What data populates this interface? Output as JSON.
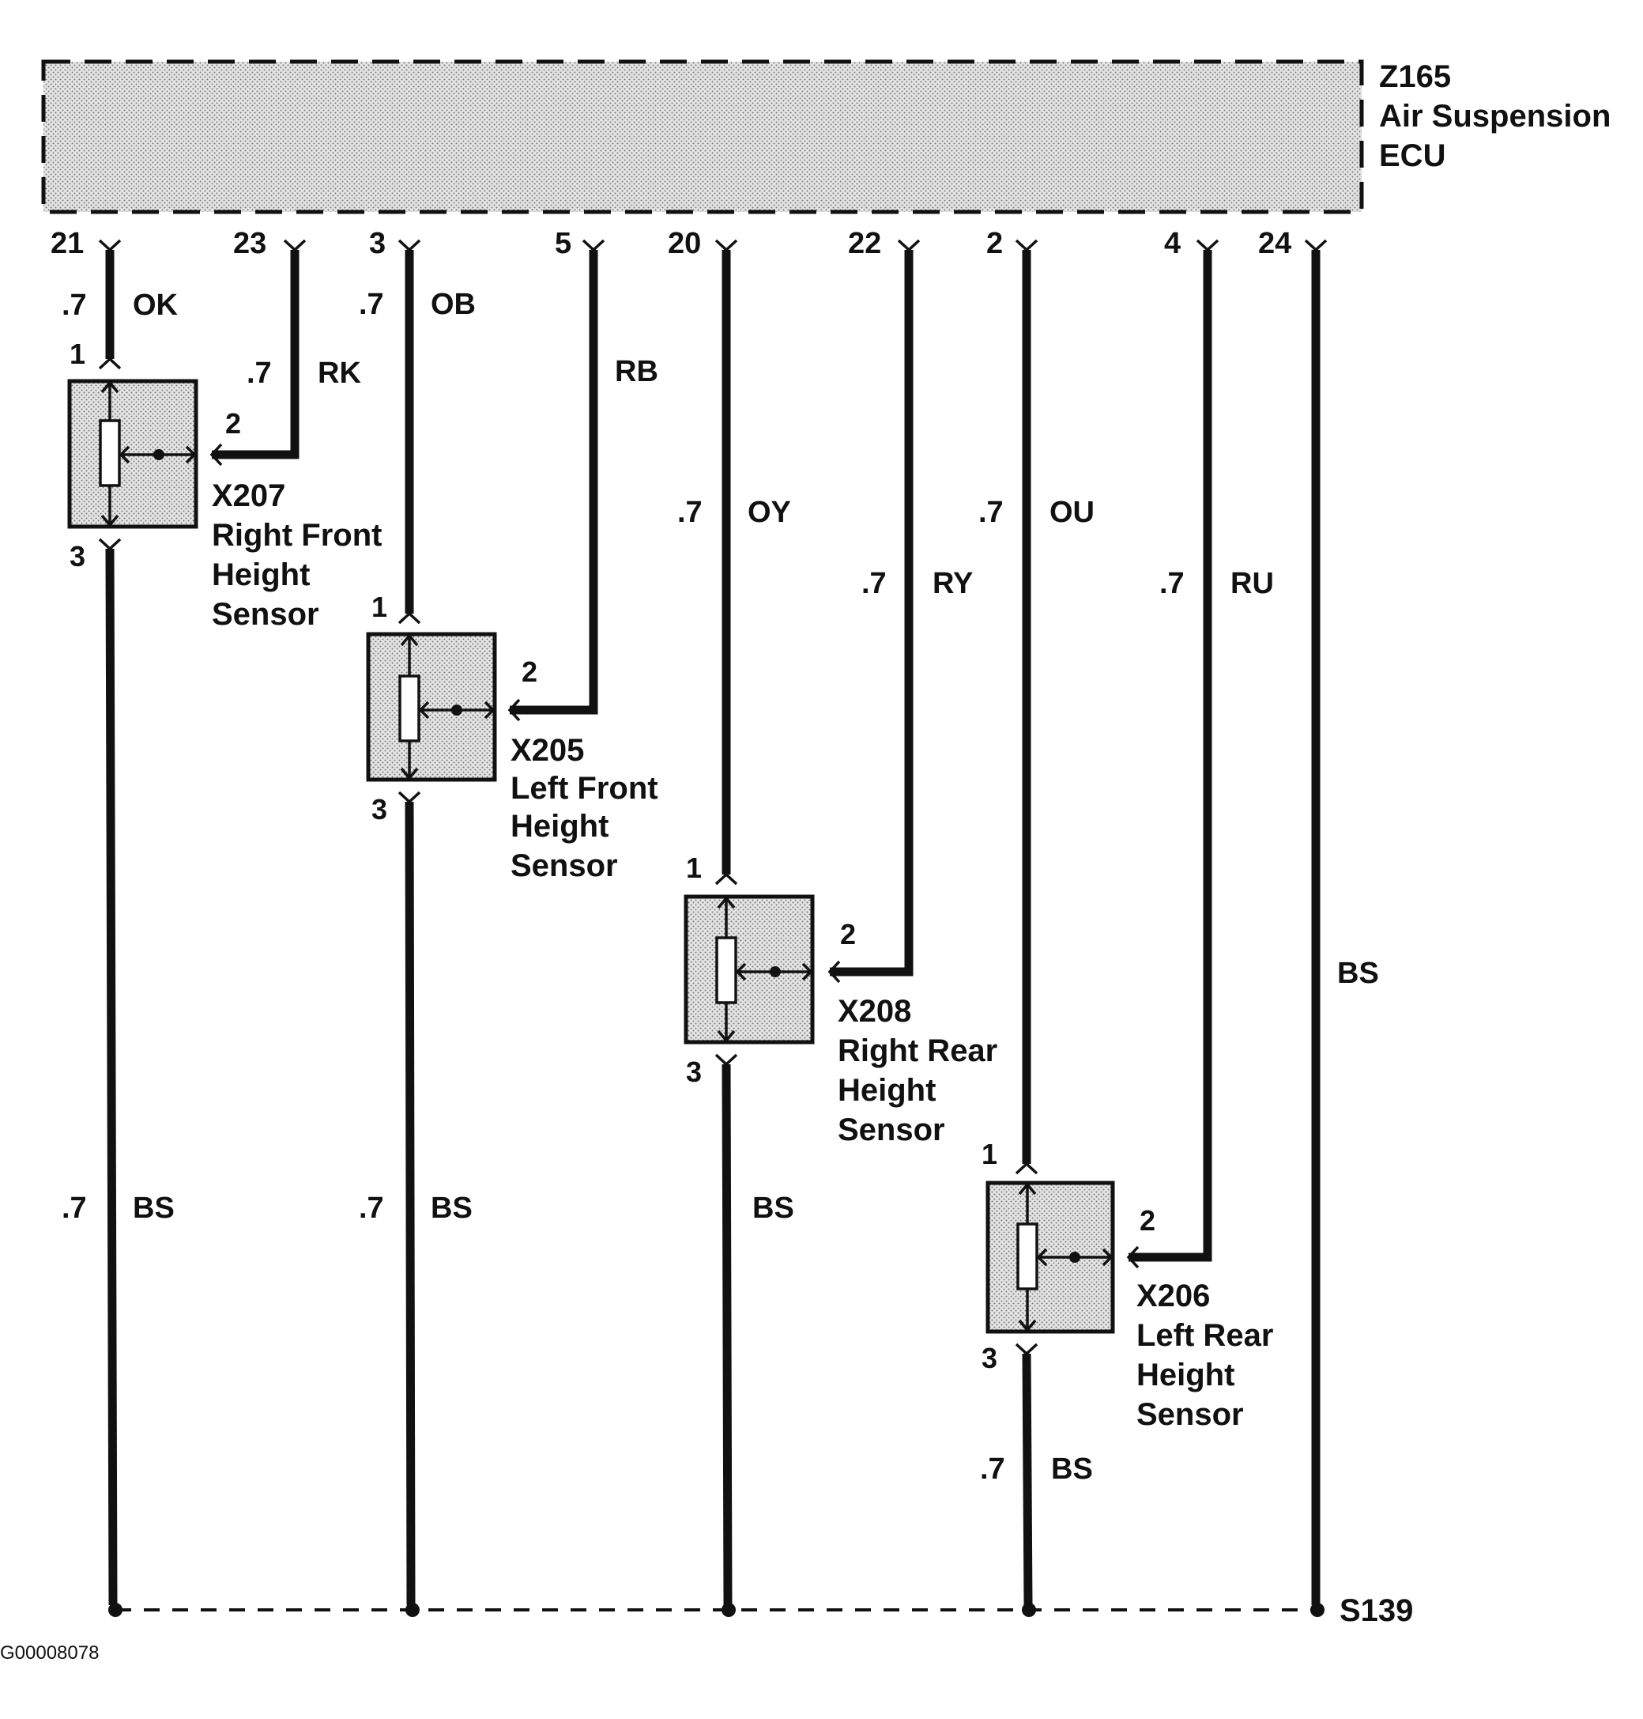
{
  "ecu": {
    "id": "Z165",
    "name_line1": "Air Suspension",
    "name_line2": "ECU"
  },
  "pins": {
    "p21": "21",
    "p23": "23",
    "p3": "3",
    "p5": "5",
    "p20": "20",
    "p22": "22",
    "p2": "2",
    "p4": "4",
    "p24": "24"
  },
  "wires": {
    "ok_gauge": ".7",
    "ok_color": "OK",
    "rk_gauge": ".7",
    "rk_color": "RK",
    "ob_gauge": ".7",
    "ob_color": "OB",
    "rb_color": "RB",
    "oy_gauge": ".7",
    "oy_color": "OY",
    "ry_gauge": ".7",
    "ry_color": "RY",
    "ou_gauge": ".7",
    "ou_color": "OU",
    "ru_gauge": ".7",
    "ru_color": "RU",
    "bs1_gauge": ".7",
    "bs1_color": "BS",
    "bs2_gauge": ".7",
    "bs2_color": "BS",
    "bs3_color": "BS",
    "bs4_gauge": ".7",
    "bs4_color": "BS",
    "bs5_color": "BS"
  },
  "sensors": {
    "x207": {
      "pin1": "1",
      "pin2": "2",
      "pin3": "3",
      "id": "X207",
      "line1": "Right Front",
      "line2": "Height",
      "line3": "Sensor"
    },
    "x205": {
      "pin1": "1",
      "pin2": "2",
      "pin3": "3",
      "id": "X205",
      "line1": "Left Front",
      "line2": "Height",
      "line3": "Sensor"
    },
    "x208": {
      "pin1": "1",
      "pin2": "2",
      "pin3": "3",
      "id": "X208",
      "line1": "Right Rear",
      "line2": "Height",
      "line3": "Sensor"
    },
    "x206": {
      "pin1": "1",
      "pin2": "2",
      "pin3": "3",
      "id": "X206",
      "line1": "Left Rear",
      "line2": "Height",
      "line3": "Sensor"
    }
  },
  "splice": "S139",
  "figure_code": "G00008078"
}
